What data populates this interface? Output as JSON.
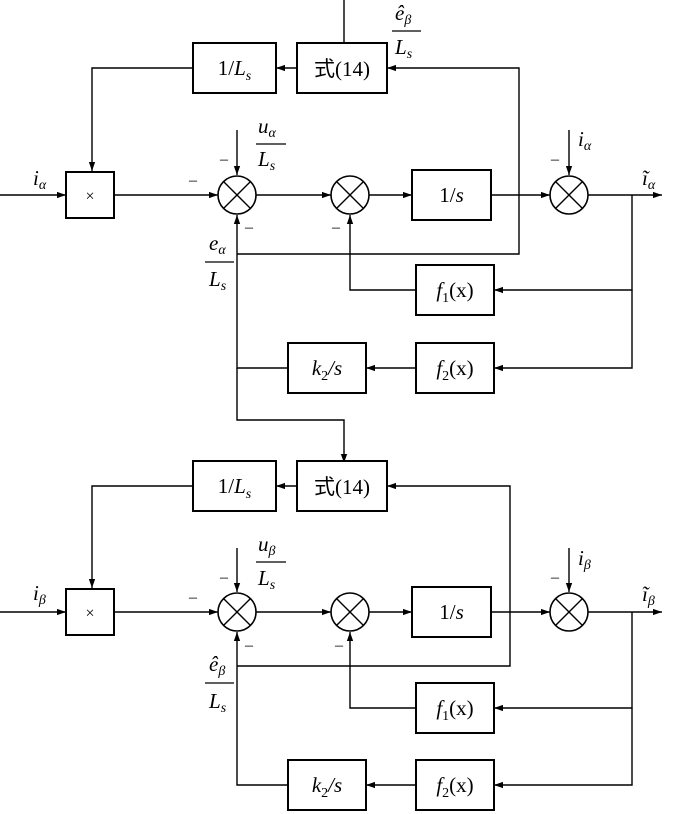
{
  "blocks": {
    "inv_ls": {
      "base": "1/",
      "var": "L",
      "sub": "s"
    },
    "eq14": "式(14)",
    "mult": "×",
    "integrator": "1/s",
    "f1": {
      "var": "f",
      "sub": "1",
      "arg": "(x)"
    },
    "f2": {
      "var": "f",
      "sub": "2",
      "arg": "(x)"
    },
    "k2": {
      "var": "k",
      "sub": "2",
      "tail": "/s"
    }
  },
  "top": {
    "input": {
      "var": "i",
      "sub": "α"
    },
    "u_frac": {
      "num": "u",
      "num_sub": "α",
      "den": "L",
      "den_sub": "s"
    },
    "e_frac": {
      "num": "e",
      "num_sub": "α",
      "den": "L",
      "den_sub": "s"
    },
    "ehat_frac": {
      "num": "ê",
      "num_sub": "β",
      "den": "L",
      "den_sub": "s"
    },
    "meas": {
      "var": "i",
      "sub": "α"
    },
    "output": {
      "var": "ĩ",
      "sub": "α"
    }
  },
  "bottom": {
    "input": {
      "var": "i",
      "sub": "β"
    },
    "u_frac": {
      "num": "u",
      "num_sub": "β",
      "den": "L",
      "den_sub": "s"
    },
    "ehat_frac": {
      "num": "ê",
      "num_sub": "β",
      "den": "L",
      "den_sub": "s"
    },
    "meas": {
      "var": "i",
      "sub": "β"
    },
    "output": {
      "var": "ĩ",
      "sub": "β"
    }
  },
  "signs": {
    "minus": "–"
  }
}
